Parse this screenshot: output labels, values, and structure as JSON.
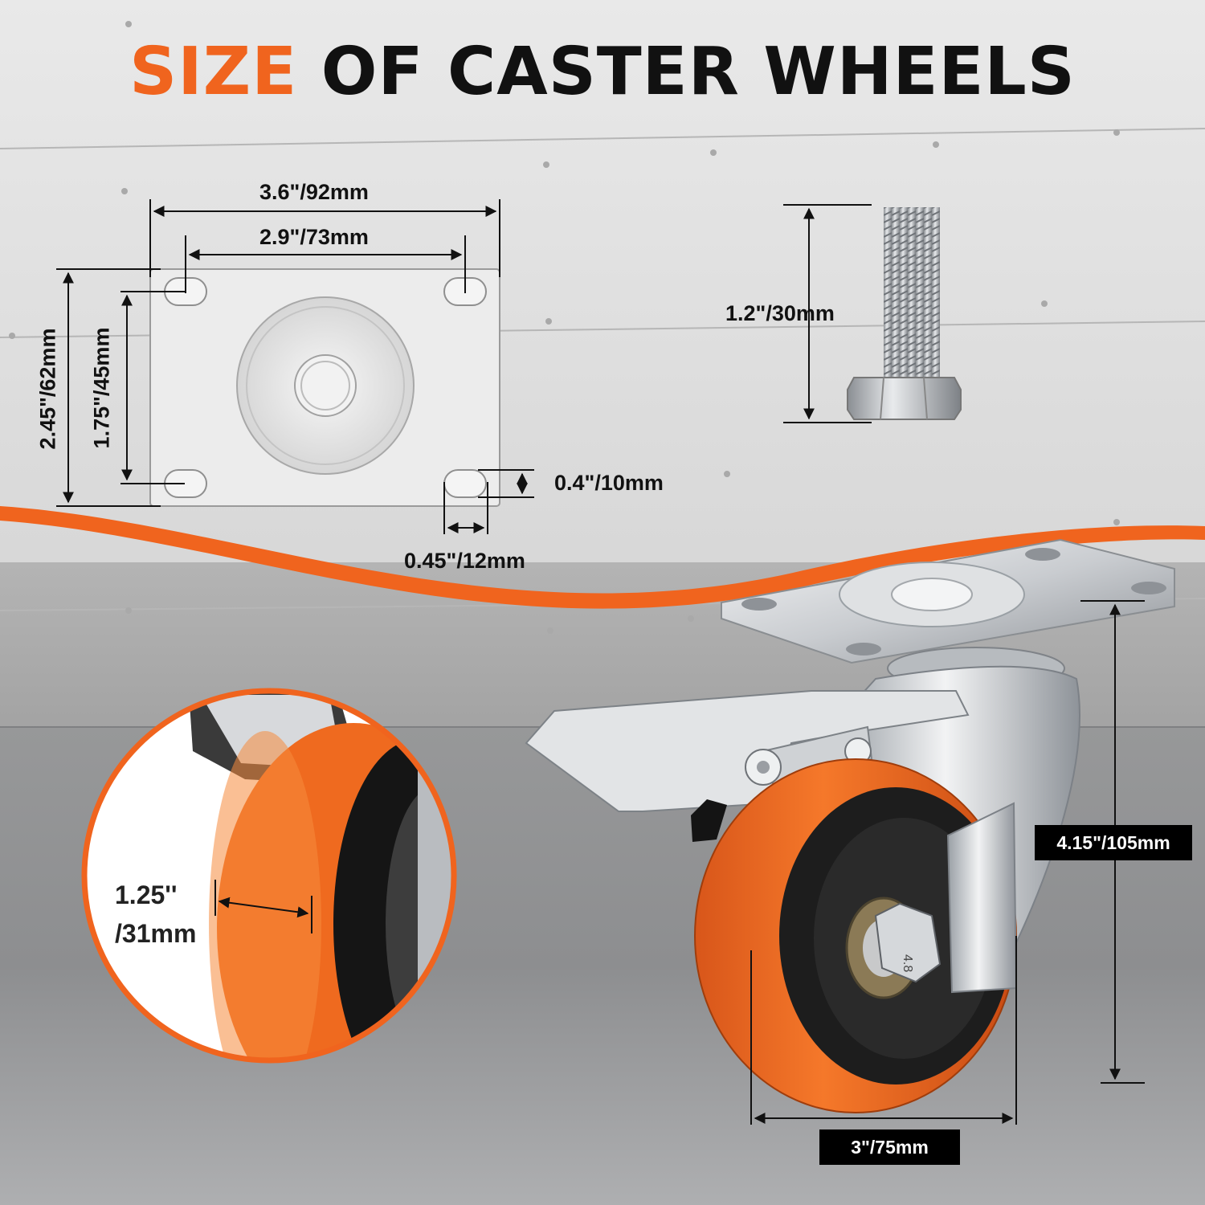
{
  "title": {
    "accent": "SIZE",
    "rest": "OF CASTER WHEELS"
  },
  "dimensions": {
    "plate_width": "3.6\"/92mm",
    "hole_spacing_width": "2.9\"/73mm",
    "plate_length": "2.45\"/62mm",
    "hole_spacing_length": "1.75\"/45mm",
    "slot_height": "0.4\"/10mm",
    "slot_width": "0.45\"/12mm",
    "bolt_length": "1.2\"/30mm",
    "total_height": "4.15\"/105mm",
    "wheel_diameter": "3\"/75mm",
    "wheel_width_line1": "1.25''",
    "wheel_width_line2": "/31mm"
  },
  "hardware_marking": "4.8",
  "colors": {
    "accent": "#f0641e",
    "wheel": "#ef6a1f",
    "wall": "#b9b9b9",
    "floor": "#8f9092",
    "metal": "#d9dbde",
    "label_box": "#000000"
  }
}
